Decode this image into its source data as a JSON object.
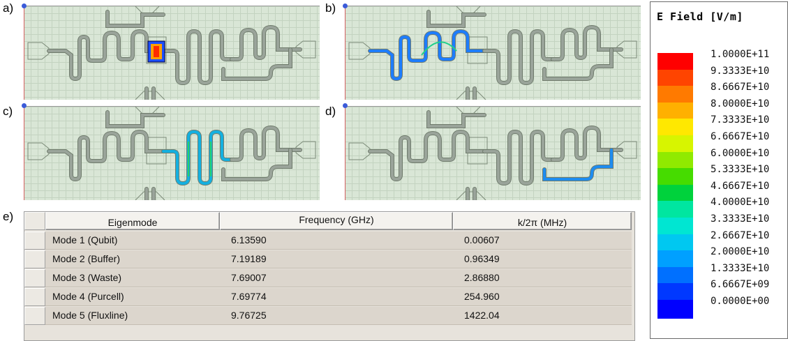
{
  "panels": [
    {
      "label": "a)",
      "highlight": "qubit"
    },
    {
      "label": "b)",
      "highlight": "buffer"
    },
    {
      "label": "c)",
      "highlight": "waste"
    },
    {
      "label": "d)",
      "highlight": "purcell"
    }
  ],
  "table_panel_label": "e)",
  "table": {
    "headers": [
      "Eigenmode",
      "Frequency (GHz)",
      "k/2π (MHz)"
    ],
    "rows": [
      [
        "Mode 1 (Qubit)",
        "6.13590",
        "0.00607"
      ],
      [
        "Mode 2 (Buffer)",
        "7.19189",
        "0.96349"
      ],
      [
        "Mode 3 (Waste)",
        "7.69007",
        "2.86880"
      ],
      [
        "Mode 4 (Purcell)",
        "7.69774",
        "254.960"
      ],
      [
        "Mode 5 (Fluxline)",
        "9.76725",
        "1422.04"
      ]
    ]
  },
  "legend": {
    "title": "E Field [V/m]",
    "levels": [
      {
        "label": "1.0000E+11",
        "color": "#ff0000"
      },
      {
        "label": "9.3333E+10",
        "color": "#ff4400"
      },
      {
        "label": "8.6667E+10",
        "color": "#ff7a00"
      },
      {
        "label": "8.0000E+10",
        "color": "#ffb000"
      },
      {
        "label": "7.3333E+10",
        "color": "#ffe800"
      },
      {
        "label": "6.6667E+10",
        "color": "#d7f500"
      },
      {
        "label": "6.0000E+10",
        "color": "#90ea00"
      },
      {
        "label": "5.3333E+10",
        "color": "#46dc00"
      },
      {
        "label": "4.6667E+10",
        "color": "#00d23c"
      },
      {
        "label": "4.0000E+10",
        "color": "#00e6a0"
      },
      {
        "label": "3.3333E+10",
        "color": "#00e6d2"
      },
      {
        "label": "2.6667E+10",
        "color": "#00c8f0"
      },
      {
        "label": "2.0000E+10",
        "color": "#00a0ff"
      },
      {
        "label": "1.3333E+10",
        "color": "#0070ff"
      },
      {
        "label": "6.6667E+09",
        "color": "#0038ff"
      },
      {
        "label": "0.0000E+00",
        "color": "#0000ff"
      }
    ]
  }
}
